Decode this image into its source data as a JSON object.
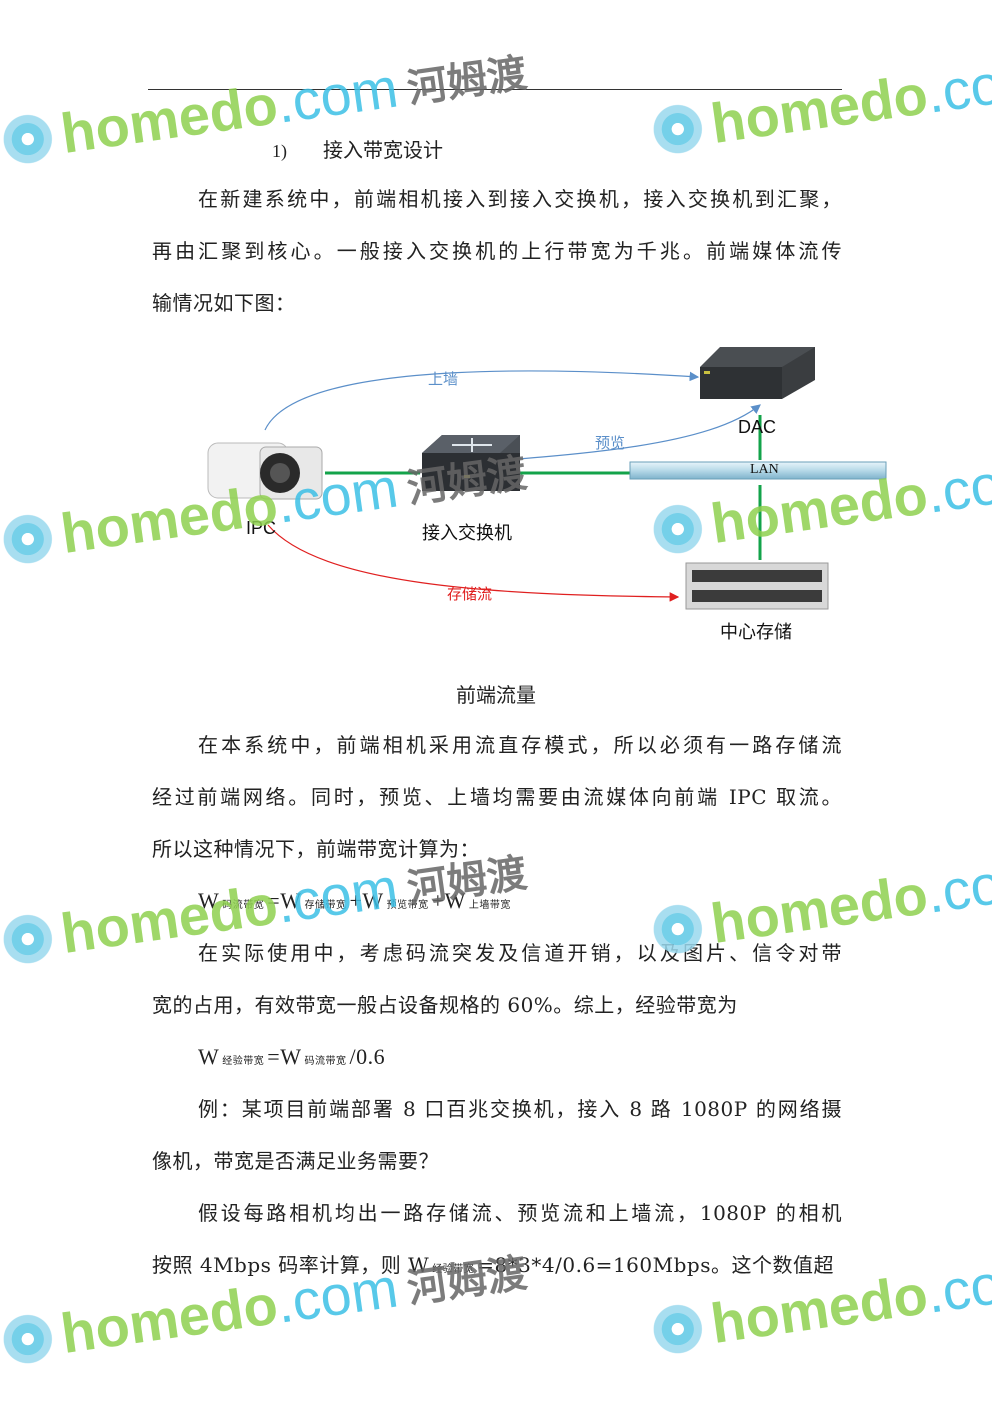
{
  "heading": {
    "number": "1)",
    "title": "接入带宽设计"
  },
  "paragraph1": [
    "在新建系统中，前端相机接入到接入交换机，接入交换机到汇聚，",
    "再由汇聚到核心。一般接入交换机的上行带宽为千兆。前端媒体流传",
    "输情况如下图："
  ],
  "diagram": {
    "ipc_label": "IPC",
    "switch_label": "接入交换机",
    "dac_label": "DAC",
    "lan_label": "LAN",
    "storage_label": "中心存储",
    "flow_wall": "上墙",
    "flow_preview": "预览",
    "flow_storage": "存储流",
    "colors": {
      "wall": "#5b8fc9",
      "preview": "#5b8fc9",
      "storage": "#e02020",
      "link": "#13a34a"
    }
  },
  "caption": "前端流量",
  "paragraph2": [
    "在本系统中，前端相机采用流直存模式，所以必须有一路存储流",
    "经过前端网络。同时，预览、上墙均需要由流媒体向前端 IPC 取流。",
    "所以这种情况下，前端带宽计算为："
  ],
  "formula1": {
    "w": "W",
    "s1": "码流带宽",
    "eq": "=",
    "s2": "存储带宽",
    "plus": "+",
    "s3": "预览带宽",
    "s4": "上墙带宽"
  },
  "paragraph3": [
    "在实际使用中，考虑码流突发及信道开销，以及图片、信令对带",
    "宽的占用，有效带宽一般占设备规格的 60%。综上，经验带宽为"
  ],
  "formula2": {
    "w": "W",
    "s1": "经验带宽",
    "eq": "=",
    "s2": "码流带宽",
    "tail": "/0.6"
  },
  "paragraph4": [
    "例：某项目前端部署 8 口百兆交换机，接入 8 路 1080P 的网络摄",
    "像机，带宽是否满足业务需要？"
  ],
  "paragraph5": {
    "line1": "假设每路相机均出一路存储流、预览流和上墙流，1080P 的相机",
    "line2_pre": "按照 4Mbps 码率计算，则 W",
    "line2_sub": "经验带宽",
    "line2_post": "=8*3*4/0.6=160Mbps。这个数值超"
  },
  "watermark": {
    "home": "homedo",
    "com": ".com",
    "cn": "河姆渡"
  }
}
